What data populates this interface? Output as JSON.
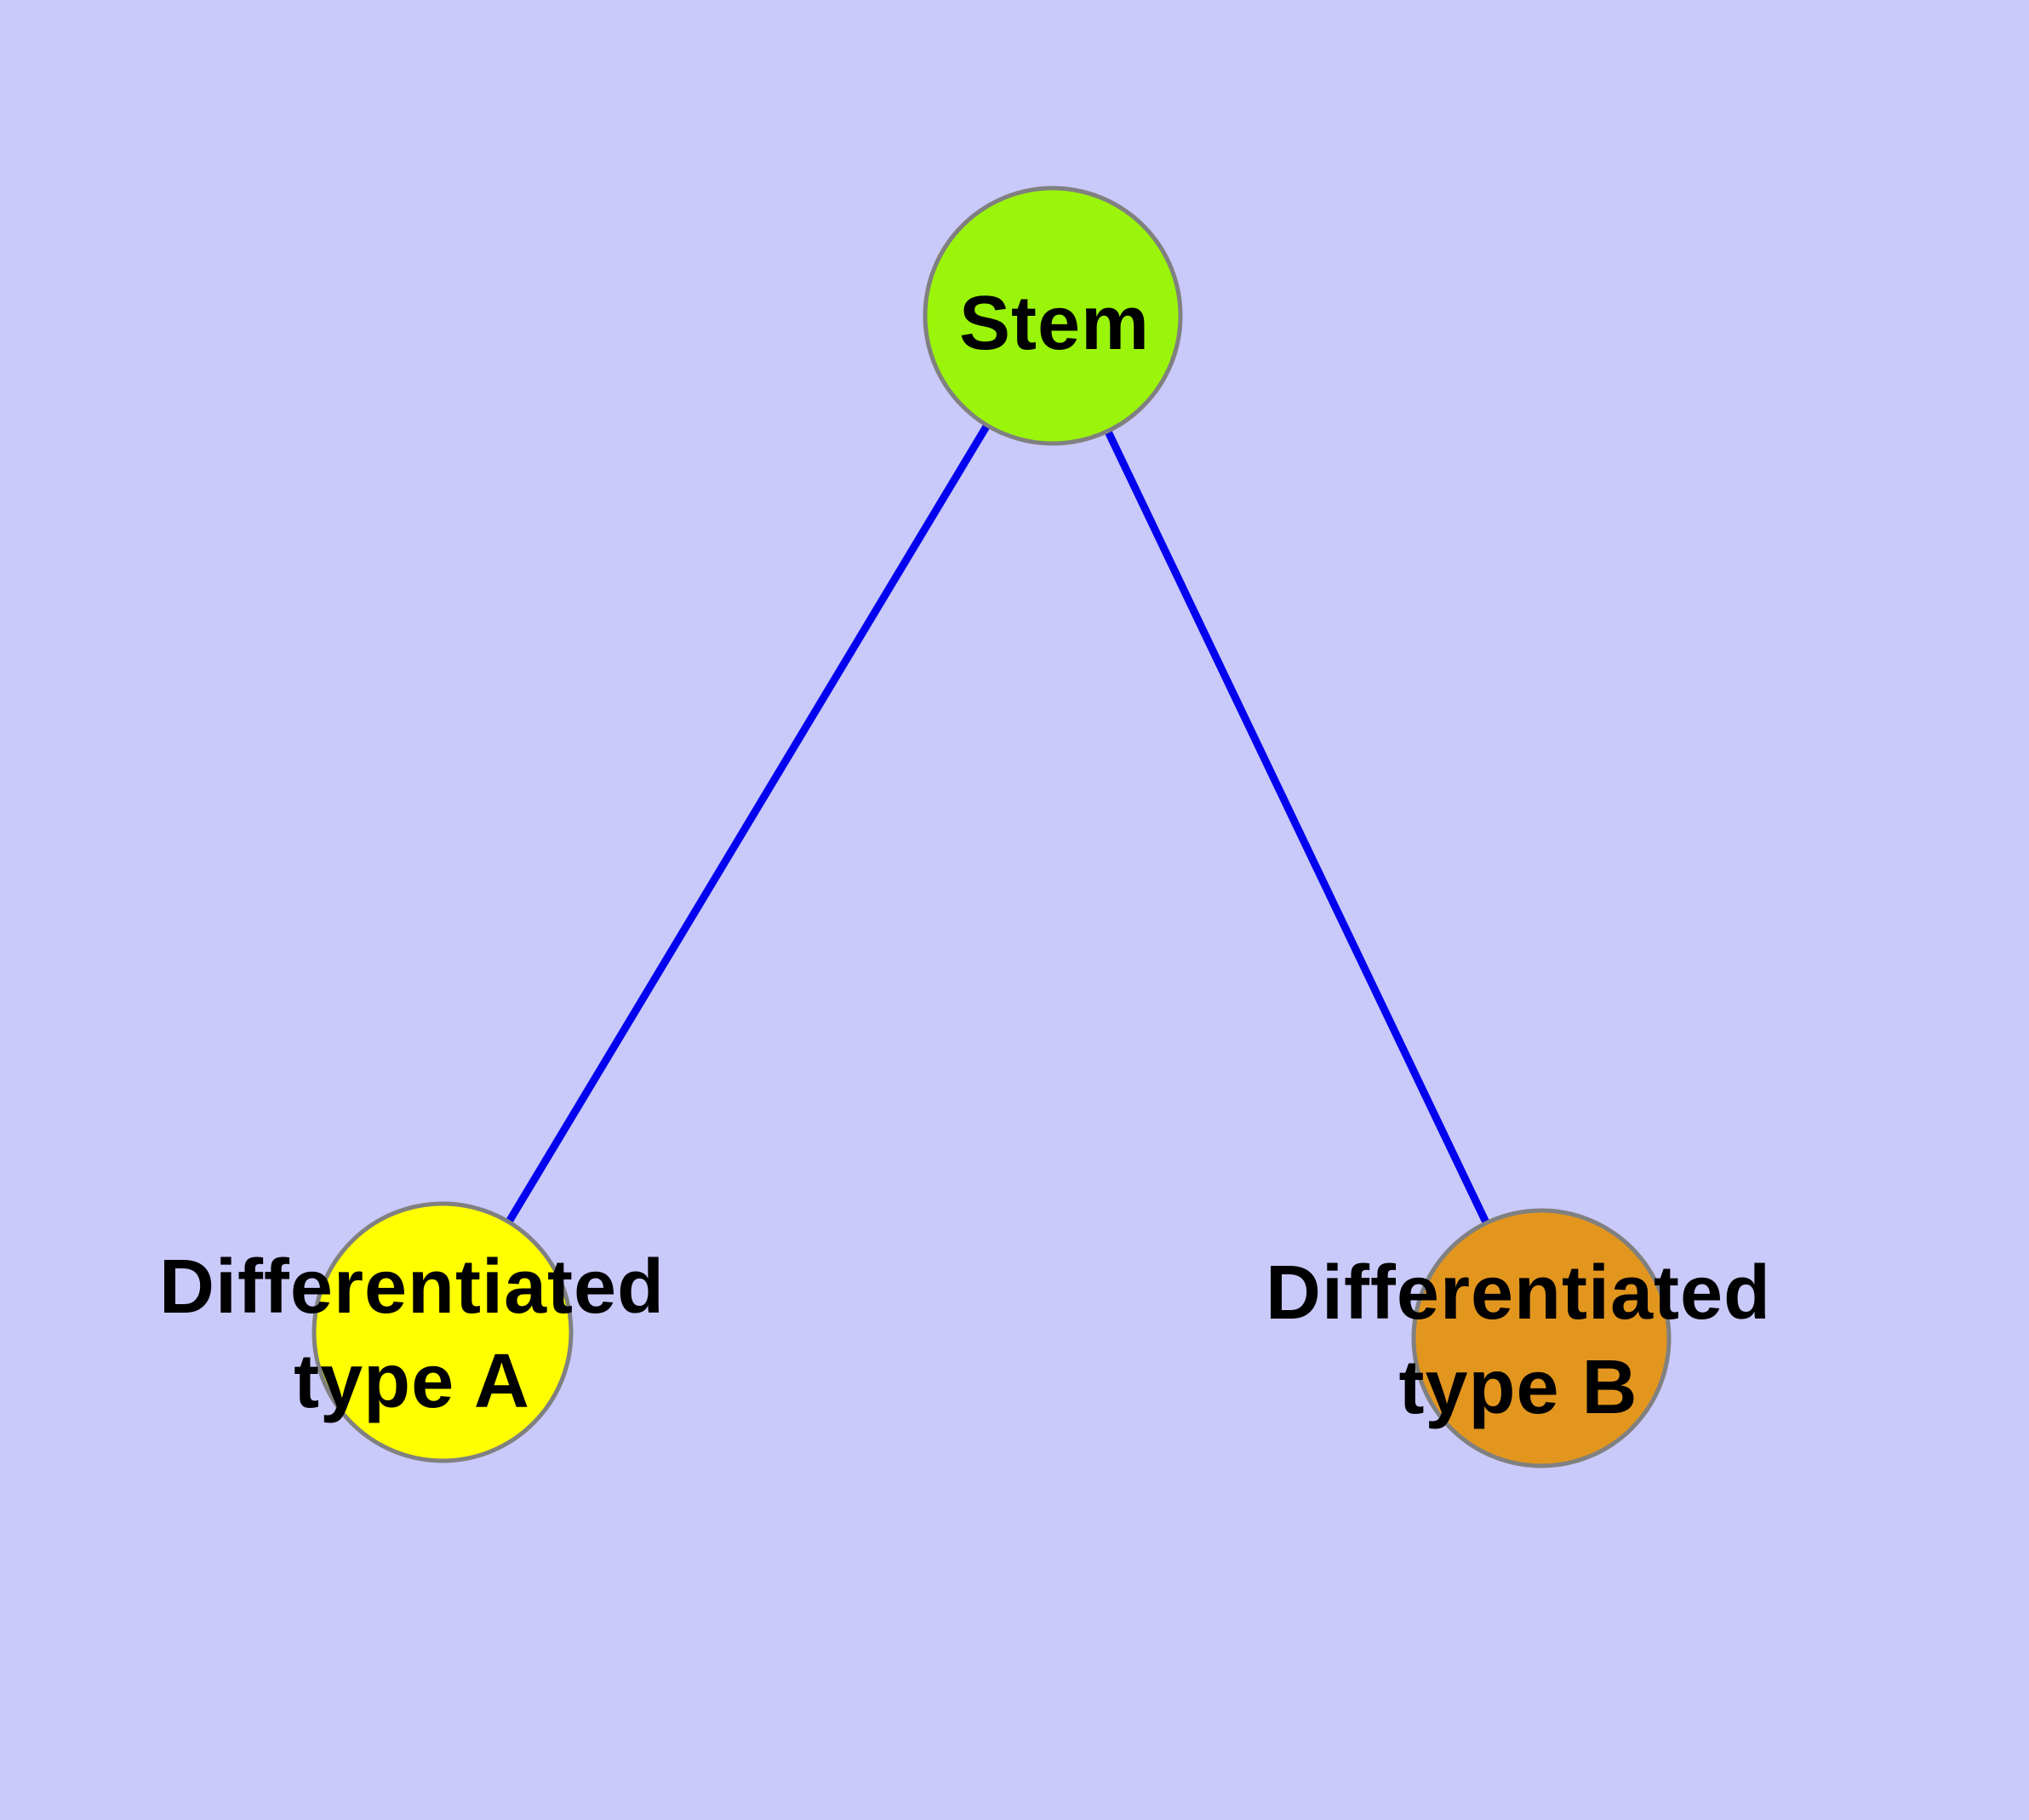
{
  "canvas": {
    "background": "#c9c9fa"
  },
  "styles": {
    "edge_color": "#0202ee",
    "node_stroke": "#808080",
    "label_color": "#000000"
  },
  "graph": {
    "type": "node-link-diagram",
    "edge_count": 2,
    "node_count": 3
  },
  "nodes": [
    {
      "id": "stem",
      "label": "Stem",
      "fill": "#9af50a"
    },
    {
      "id": "differentiated-type-a",
      "label_line1": "Differentiated",
      "label_line2": "type A",
      "fill": "#ffff00"
    },
    {
      "id": "differentiated-type-b",
      "label_line1": "Differentiated",
      "label_line2": "type B",
      "fill": "#e3961e"
    }
  ],
  "edges": [
    {
      "from": "Stem",
      "to": "Differentiated type A"
    },
    {
      "from": "Stem",
      "to": "Differentiated type B"
    }
  ]
}
